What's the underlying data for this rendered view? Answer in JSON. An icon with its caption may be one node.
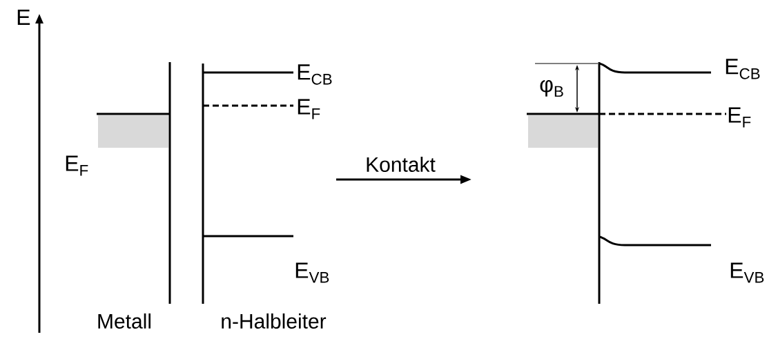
{
  "diagram": {
    "labels": [
      "E",
      "E$_{CB}$",
      "E$_{F}$",
      "E$_{CB}$",
      "φ$_{B}$",
      "E$_{F}$",
      "Kontakt",
      "E$_{F}$",
      "E$_{VB}$",
      "E$_{VB}$",
      "Metall",
      "n-Halbleiter"
    ]
  }
}
